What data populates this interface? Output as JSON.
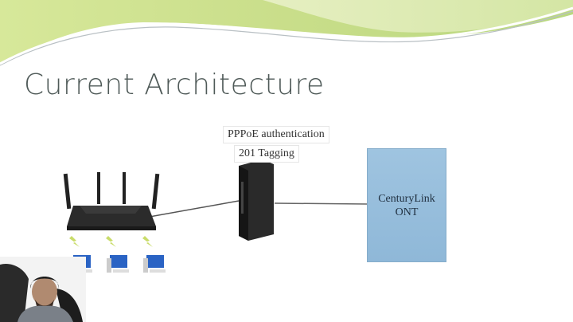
{
  "slide": {
    "title": "Current Architecture",
    "labels": {
      "pppoe": "PPPoE authentication",
      "tagging": "201 Tagging"
    },
    "ont": {
      "line1": "CenturyLink",
      "line2": "ONT"
    },
    "devices": {
      "router": "wireless-router-icon",
      "modem": "modem-icon",
      "computers": [
        "computer-icon",
        "computer-icon",
        "computer-icon"
      ]
    },
    "colors": {
      "banner_green": "#c8e07a",
      "title_gray": "#4f5a58",
      "ont_blue": "#9fc4e0"
    }
  },
  "webcam": {
    "icon": "presenter-webcam"
  }
}
